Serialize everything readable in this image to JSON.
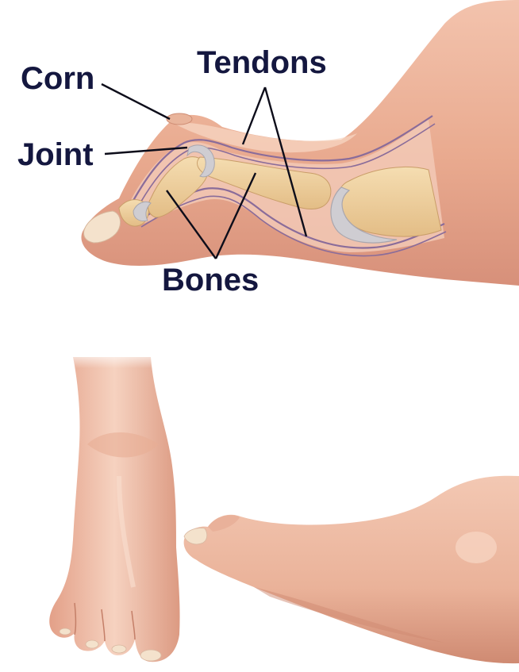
{
  "labels": {
    "corn": "Corn",
    "tendons": "Tendons",
    "joint": "Joint",
    "bones": "Bones"
  },
  "colors": {
    "label_text": "#14173f",
    "leader_line": "#0d0d1a",
    "skin_light": "#f6cdb7",
    "skin_mid": "#e8a98d",
    "skin_dark": "#c97a63",
    "bone": "#f0d3a0",
    "cartilage": "#cfcdd2",
    "tendon": "#8a6c9a",
    "toenail": "#f4e2cc"
  },
  "panels": [
    {
      "name": "hammer-toe-cutaway",
      "description_shown": false
    },
    {
      "name": "foot-top-view",
      "description_shown": false
    },
    {
      "name": "foot-side-view",
      "description_shown": false
    }
  ]
}
